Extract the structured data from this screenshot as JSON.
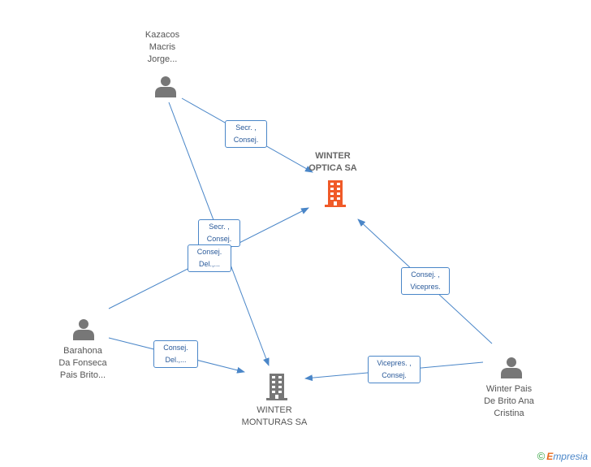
{
  "nodes": {
    "kazacos": {
      "lines": [
        "Kazacos",
        "Macris",
        "Jorge..."
      ]
    },
    "barahona": {
      "lines": [
        "Barahona",
        "Da Fonseca",
        "Pais Brito..."
      ]
    },
    "winter_pais": {
      "lines": [
        "Winter Pais",
        "De Brito Ana",
        "Cristina"
      ]
    },
    "winter_optica": {
      "lines": [
        "WINTER",
        "OPTICA SA"
      ]
    },
    "winter_monturas": {
      "lines": [
        "WINTER",
        "MONTURAS SA"
      ]
    }
  },
  "edges": {
    "kazacos_optica": [
      "Secr. ,",
      "Consej."
    ],
    "kazacos_monturas": [
      "Secr. ,",
      "Consej."
    ],
    "barahona_optica": [
      "Consej.",
      "Del.,..."
    ],
    "barahona_monturas": [
      "Consej.",
      "Del.,..."
    ],
    "pais_optica": [
      "Consej. ,",
      "Vicepres."
    ],
    "pais_monturas": [
      "Vicepres. ,",
      "Consej."
    ]
  },
  "colors": {
    "edge": "#4a86c8",
    "person": "#777777",
    "company_main": "#f05a28",
    "company": "#777777"
  },
  "brand": {
    "copyright": "©",
    "initial": "E",
    "rest": "mpresia"
  }
}
